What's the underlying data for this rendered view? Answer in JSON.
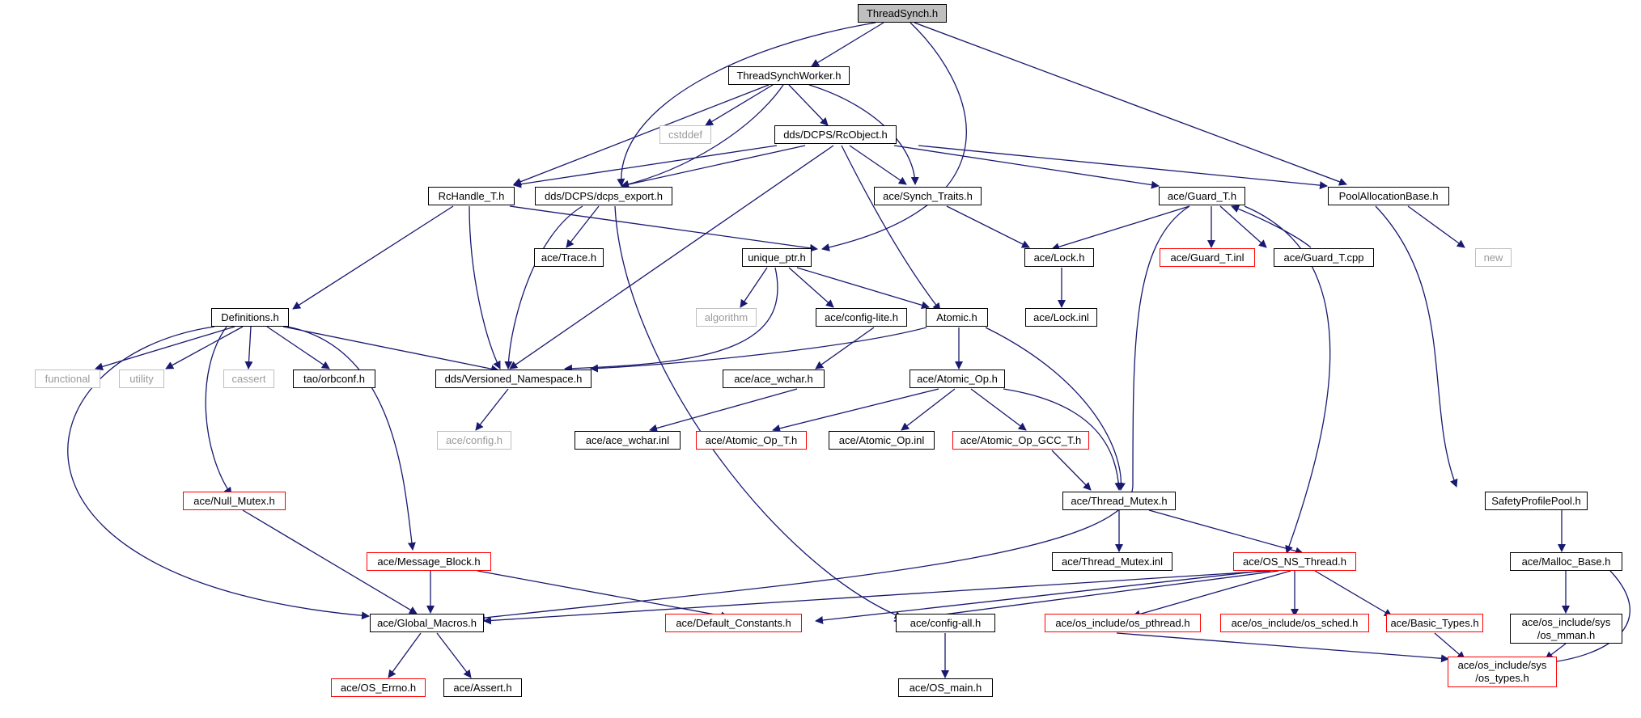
{
  "colors": {
    "edge": "#191970",
    "root_fill": "#bfbfbf",
    "incomplete_border": "#ff0000",
    "external_border": "#bfbfbf"
  },
  "nodes": {
    "ThreadSynch": "ThreadSynch.h",
    "ThreadSynchWorker": "ThreadSynchWorker.h",
    "cstddef": "cstddef",
    "RcObject": "dds/DCPS/RcObject.h",
    "RcHandle": "RcHandle_T.h",
    "dcps_export": "dds/DCPS/dcps_export.h",
    "Synch_Traits": "ace/Synch_Traits.h",
    "Guard_T_h": "ace/Guard_T.h",
    "PoolAllocationBase": "PoolAllocationBase.h",
    "Trace": "ace/Trace.h",
    "unique_ptr": "unique_ptr.h",
    "Lock_h": "ace/Lock.h",
    "Guard_T_inl": "ace/Guard_T.inl",
    "Guard_T_cpp": "ace/Guard_T.cpp",
    "new": "new",
    "Definitions": "Definitions.h",
    "algorithm": "algorithm",
    "config_lite": "ace/config-lite.h",
    "Atomic_h": "Atomic.h",
    "Lock_inl": "ace/Lock.inl",
    "functional": "functional",
    "utility": "utility",
    "cassert": "cassert",
    "orbconf": "tao/orbconf.h",
    "Versioned_Namespace": "dds/Versioned_Namespace.h",
    "ace_wchar_h": "ace/ace_wchar.h",
    "Atomic_Op_h": "ace/Atomic_Op.h",
    "config_h": "ace/config.h",
    "ace_wchar_inl": "ace/ace_wchar.inl",
    "Atomic_Op_T": "ace/Atomic_Op_T.h",
    "Atomic_Op_inl": "ace/Atomic_Op.inl",
    "Atomic_Op_GCC_T": "ace/Atomic_Op_GCC_T.h",
    "Null_Mutex": "ace/Null_Mutex.h",
    "Thread_Mutex_h": "ace/Thread_Mutex.h",
    "SafetyProfilePool": "SafetyProfilePool.h",
    "Thread_Mutex_inl": "ace/Thread_Mutex.inl",
    "Message_Block": "ace/Message_Block.h",
    "OS_NS_Thread": "ace/OS_NS_Thread.h",
    "Malloc_Base": "ace/Malloc_Base.h",
    "Global_Macros": "ace/Global_Macros.h",
    "Default_Constants": "ace/Default_Constants.h",
    "config_all": "ace/config-all.h",
    "os_pthread": "ace/os_include/os_pthread.h",
    "os_sched": "ace/os_include/os_sched.h",
    "Basic_Types": "ace/Basic_Types.h",
    "os_mman": "ace/os_include/sys\n/os_mman.h",
    "OS_Errno": "ace/OS_Errno.h",
    "Assert": "ace/Assert.h",
    "OS_main": "ace/OS_main.h",
    "os_types": "ace/os_include/sys\n/os_types.h"
  }
}
